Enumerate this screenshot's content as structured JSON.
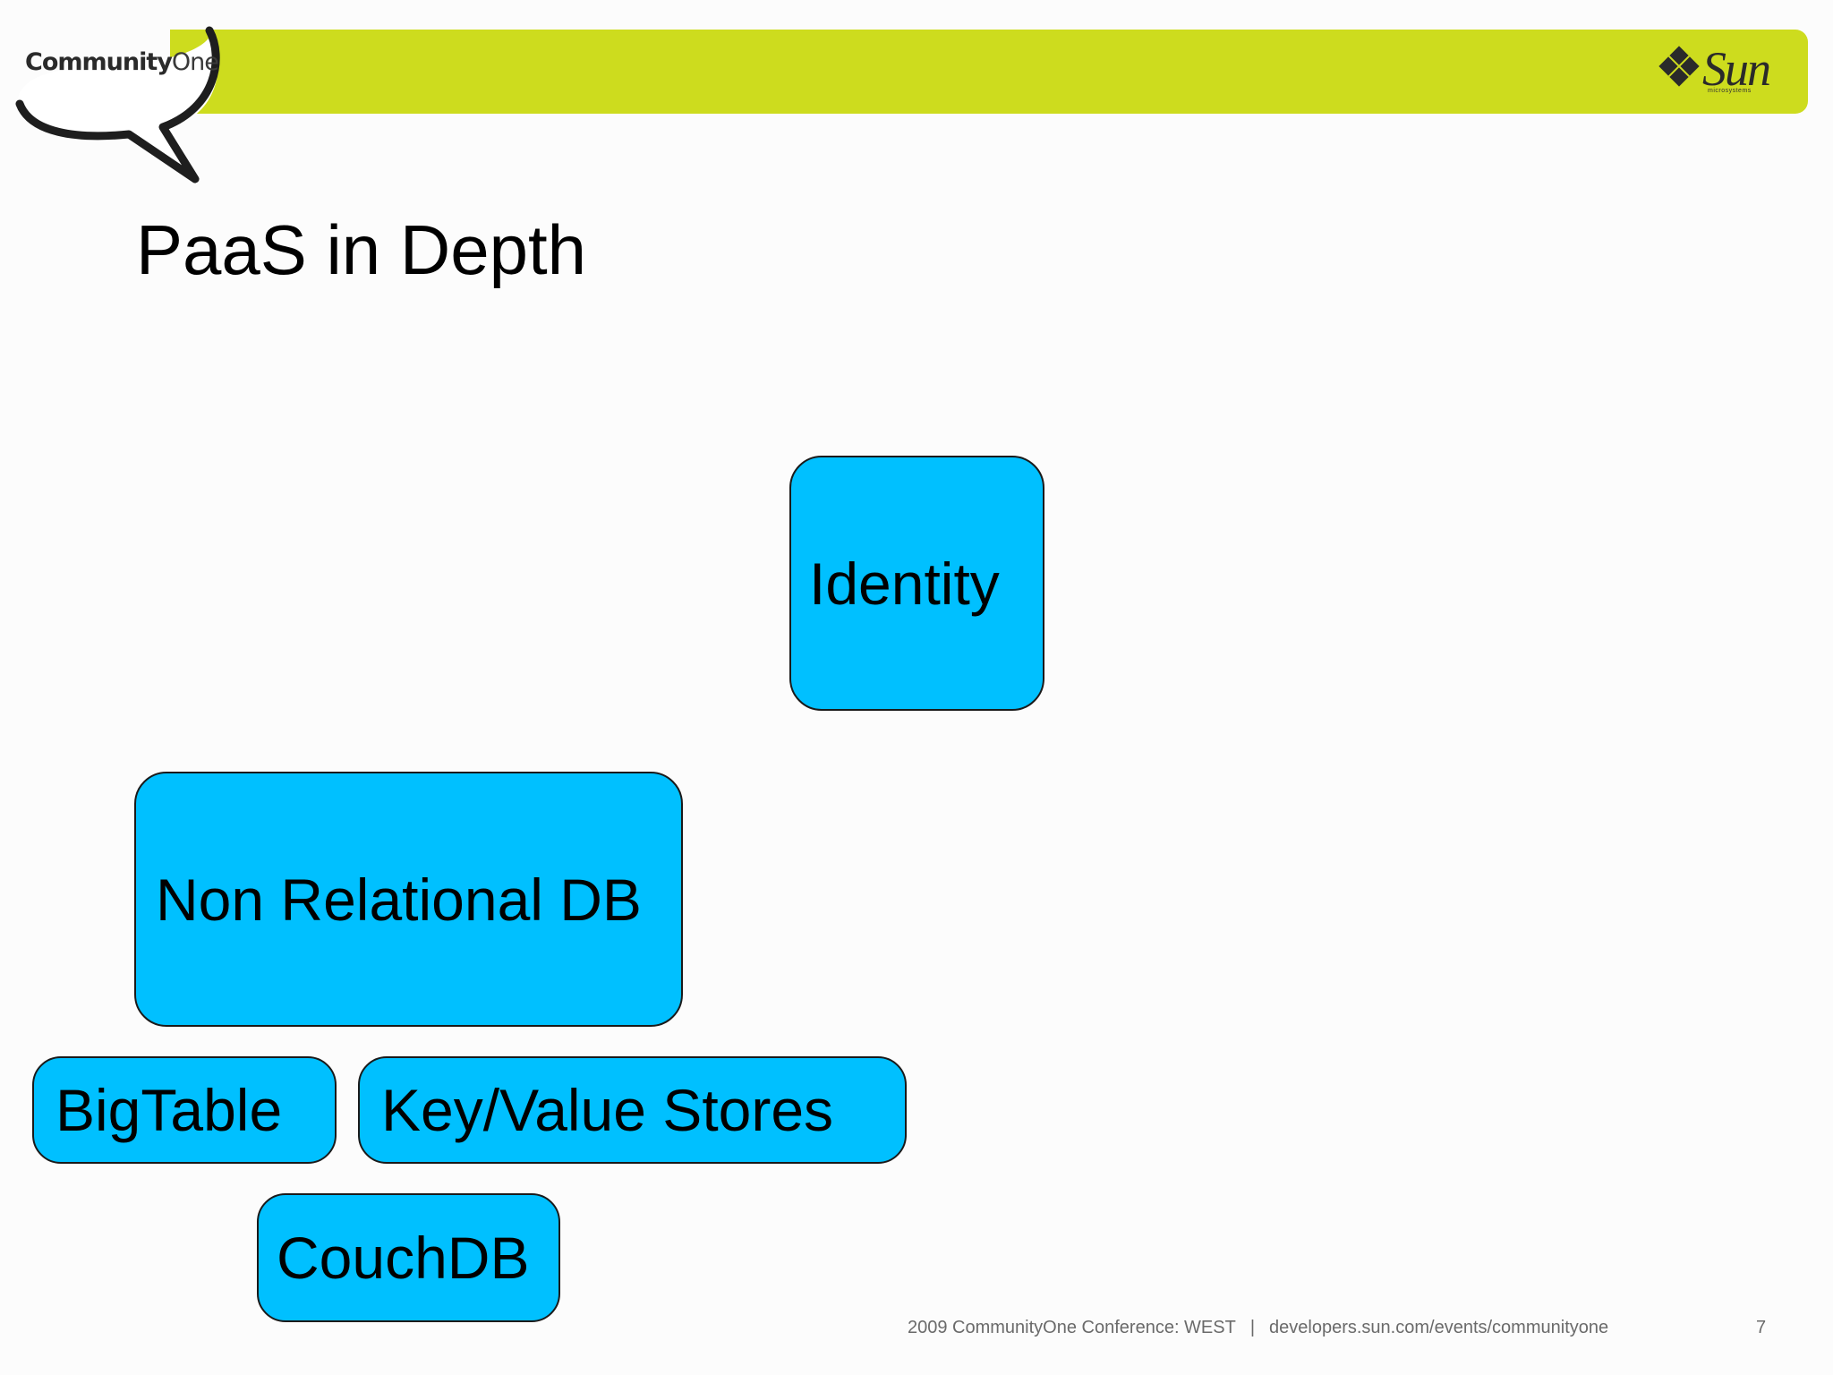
{
  "header": {
    "brand_bold": "Community",
    "brand_light": "One",
    "company_logo": "Sun",
    "company_sub": "microsystems",
    "band_color": "#cddc1e"
  },
  "slide": {
    "title": "PaaS in Depth",
    "box_color": "#00c0ff",
    "boxes": {
      "identity": "Identity",
      "non_relational_db": "Non Relational DB",
      "bigtable": "BigTable",
      "key_value_stores": "Key/Value Stores",
      "couchdb": "CouchDB"
    }
  },
  "footer": {
    "conference": "2009 CommunityOne Conference: WEST",
    "separator": "|",
    "url": "developers.sun.com/events/communityone",
    "page_number": "7"
  }
}
